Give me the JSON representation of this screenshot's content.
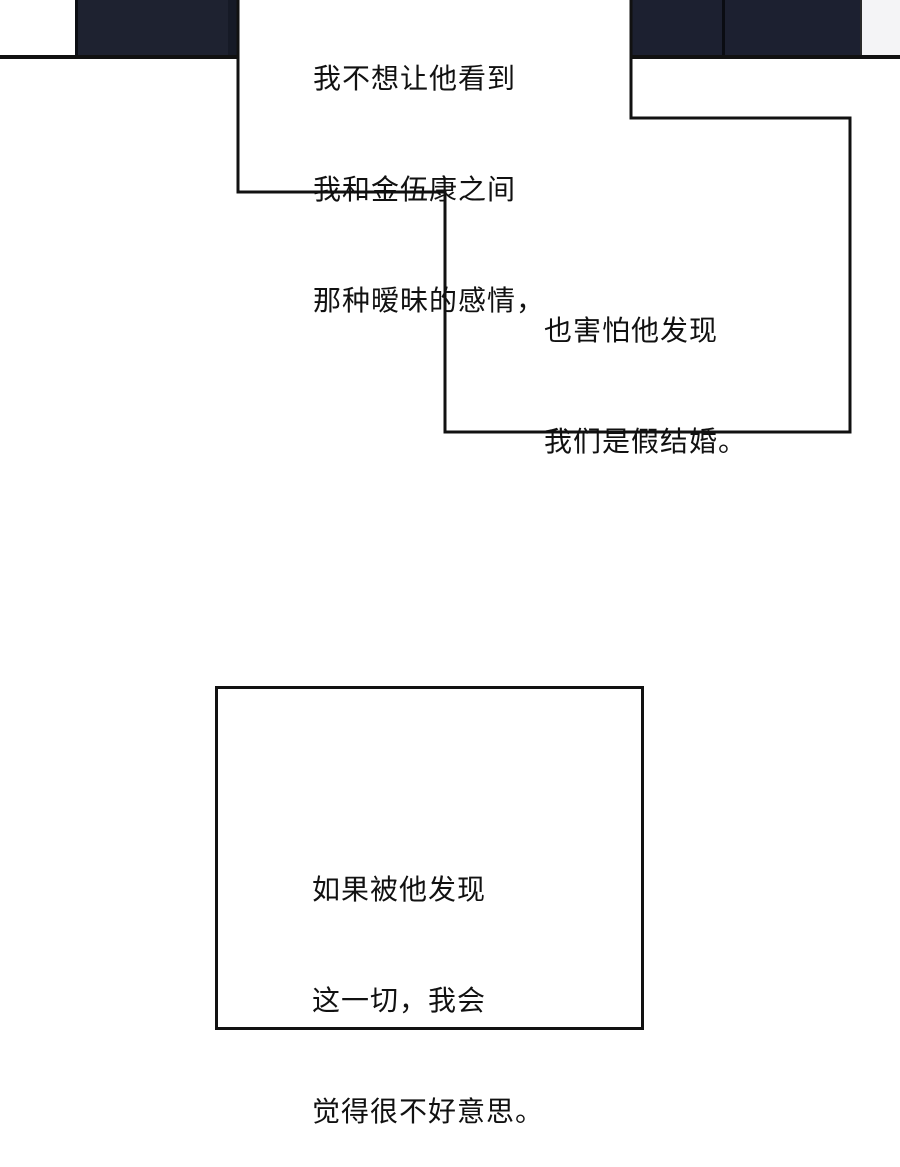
{
  "bubble_top": {
    "lines": [
      "我不想让他看到",
      "我和金伍康之间",
      "那种暧昧的感情，"
    ]
  },
  "bubble_middle": {
    "lines": [
      "也害怕他发现",
      "我们是假结婚。"
    ]
  },
  "caption_bottom": {
    "lines": [
      "如果被他发现",
      "这一切，我会",
      "觉得很不好意思。"
    ]
  }
}
